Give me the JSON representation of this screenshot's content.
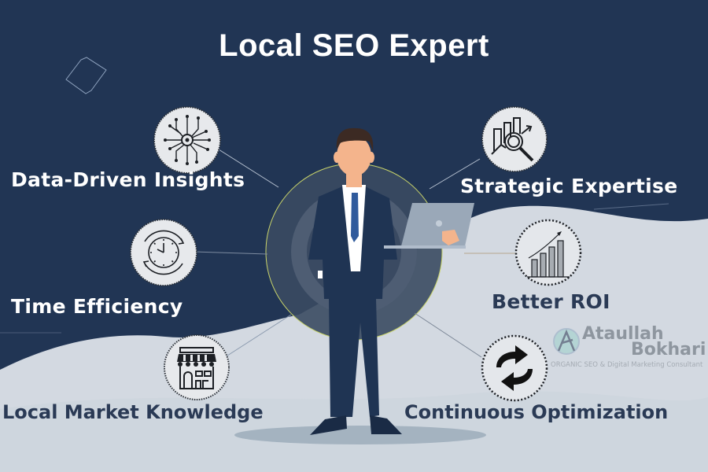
{
  "title": "Local SEO Expert",
  "colors": {
    "background_dark": "#213554",
    "background_light": "#d3d9e1",
    "text_light": "#ffffff",
    "text_dark": "#2a3a55",
    "suit": "#1f3453",
    "tie": "#2f5a9c",
    "skin": "#f4b48c",
    "laptop": "#9aa8b8"
  },
  "benefits": [
    {
      "label": "Data-Driven Insights",
      "icon": "circuit-icon"
    },
    {
      "label": "Strategic Expertise",
      "icon": "chart-magnifier-icon"
    },
    {
      "label": "Time Efficiency",
      "icon": "clock-cycle-icon"
    },
    {
      "label": "Better ROI",
      "icon": "growth-bars-icon"
    },
    {
      "label": "Local Market Knowledge",
      "icon": "storefront-icon"
    },
    {
      "label": "Continuous Optimization",
      "icon": "refresh-arrows-icon"
    }
  ],
  "logo": {
    "name_line1": "Ataullah",
    "name_line2": "Bokhari",
    "tagline": "ORGANIC SEO & Digital Marketing Consultant"
  }
}
